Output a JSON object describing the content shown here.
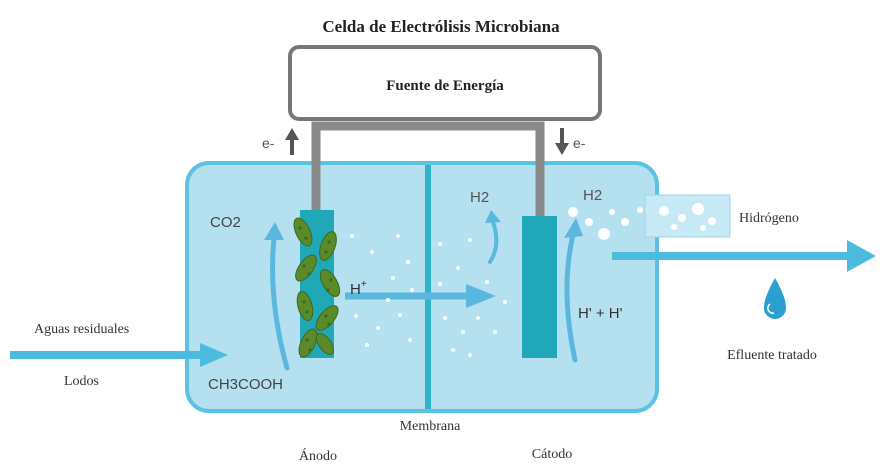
{
  "title": "Celda de Electrólisis Microbiana",
  "power_source": {
    "label": "Fuente de Energía"
  },
  "electron_flow": {
    "anode_label": "e-",
    "cathode_label": "e-"
  },
  "anode_side": {
    "gas_out": "CO2",
    "proton": "H",
    "proton_charge": "+",
    "substrate": "CH3COOH",
    "electrode_label": "Ánodo"
  },
  "cathode_side": {
    "gas_inner": "H2",
    "gas_outer": "H2",
    "protons": "H' + H'",
    "electrode_label": "Cátodo"
  },
  "membrane": {
    "label": "Membrana"
  },
  "inputs": {
    "wastewater": "Aguas residuales",
    "sludge": "Lodos"
  },
  "outputs": {
    "hydrogen": "Hidrógeno",
    "treated": "Efluente tratado"
  },
  "colors": {
    "tank_fill": "#b5e0f0",
    "tank_border": "#5bc2e2",
    "flow_arrow": "#4cbbdd",
    "membrane": "#2eb4cf",
    "electrode": "#1fa8b8",
    "wire": "#8a8a8a",
    "bacteria": "#5a8a2a",
    "droplet": "#2a9fd0"
  }
}
